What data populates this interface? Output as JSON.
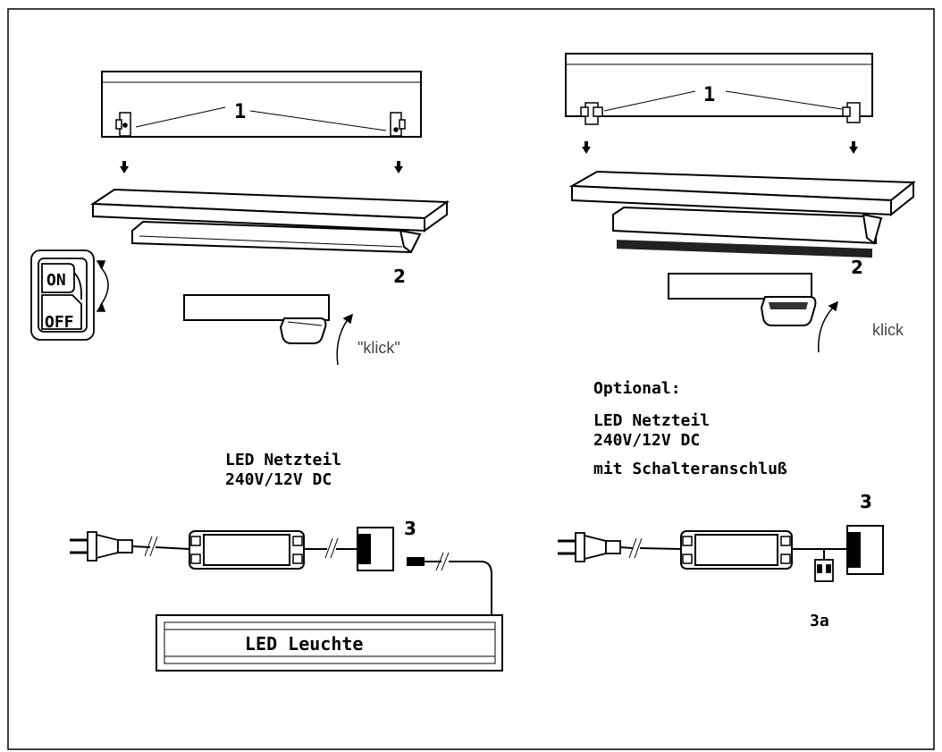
{
  "labels": {
    "part_1": "1",
    "part_2": "2",
    "part_3": "3",
    "part_3a": "3a",
    "click": "klick",
    "click_quoted": "\"klick\"",
    "switch_on": "ON",
    "switch_off": "OFF",
    "left_psu_line1": "LED Netzteil",
    "left_psu_line2": "240V/12V DC",
    "right_optional": "Optional:",
    "right_psu_line1": "LED Netzteil",
    "right_psu_line2": "240V/12V DC",
    "right_psu_line3": "mit Schalteranschluß",
    "lamp_label": "LED Leuchte"
  }
}
